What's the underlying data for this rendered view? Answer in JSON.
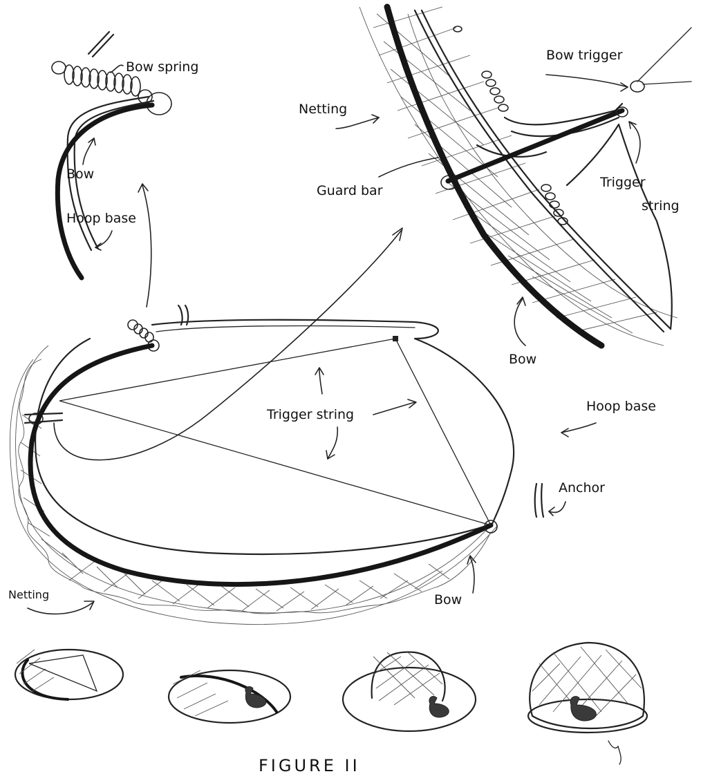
{
  "labels": {
    "bow_spring": "Bow spring",
    "bow_top_left": "Bow",
    "hoop_base_top_left": "Hoop base",
    "bow_trigger": "Bow trigger",
    "netting_top": "Netting",
    "guard_bar": "Guard bar",
    "trigger_string_right_1": "Trigger",
    "trigger_string_right_2": "string",
    "bow_detail": "Bow",
    "hoop_base_right": "Hoop base",
    "trigger_string_center": "Trigger string",
    "anchor": "Anchor",
    "netting_bottom": "Netting",
    "bow_bottom": "Bow"
  },
  "caption": "FIGURE  II",
  "colors": {
    "ink": "#222222",
    "paper": "#ffffff"
  }
}
